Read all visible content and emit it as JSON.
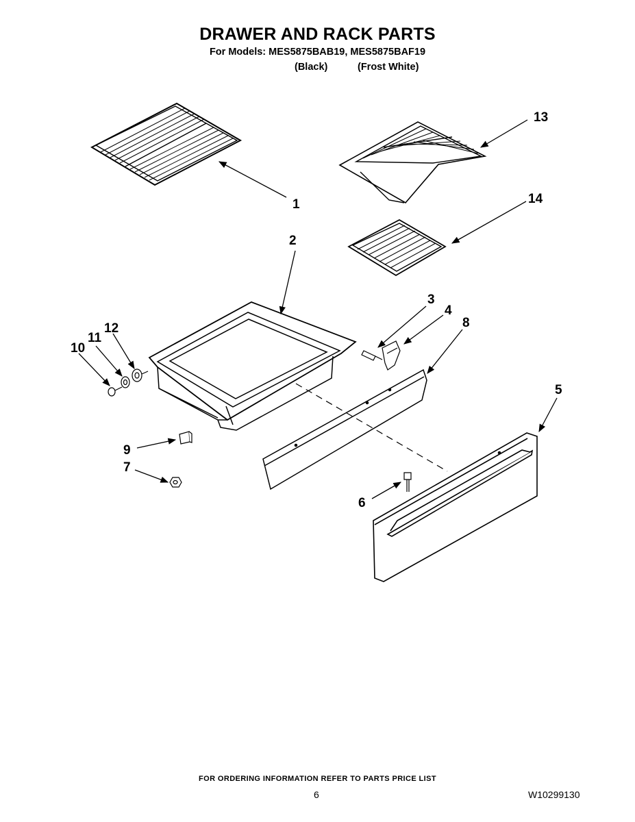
{
  "header": {
    "title": "DRAWER AND RACK PARTS",
    "models": "For Models: MES5875BAB19, MES5875BAF19",
    "variant_black": "(Black)",
    "variant_white": "(Frost White)"
  },
  "callouts": {
    "c1": "1",
    "c2": "2",
    "c3": "3",
    "c4": "4",
    "c5": "5",
    "c6": "6",
    "c7": "7",
    "c8": "8",
    "c9": "9",
    "c10": "10",
    "c11": "11",
    "c12": "12",
    "c13": "13",
    "c14": "14"
  },
  "footer": {
    "ordering_note": "FOR ORDERING INFORMATION REFER TO PARTS PRICE LIST",
    "page_number": "6",
    "document_number": "W10299130"
  }
}
